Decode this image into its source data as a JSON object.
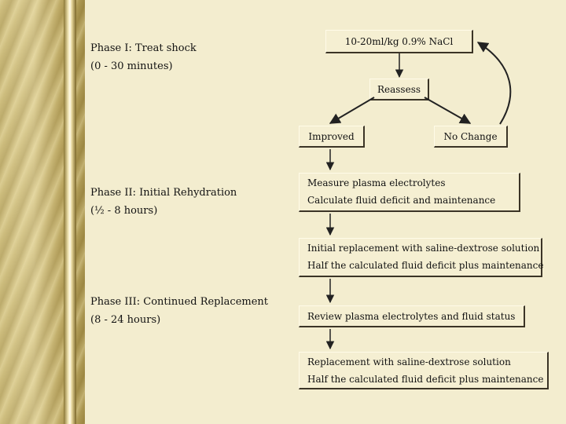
{
  "phases": [
    {
      "title": "Phase I: Treat shock",
      "time": "(0 - 30 minutes)"
    },
    {
      "title": "Phase II: Initial Rehydration",
      "time": "(½ - 8 hours)"
    },
    {
      "title": "Phase III: Continued Replacement",
      "time": "(8 - 24 hours)"
    }
  ],
  "boxes": {
    "bolus": "10-20ml/kg 0.9% NaCl",
    "reassess": "Reassess",
    "improved": "Improved",
    "no_change": "No Change",
    "electrolytes": [
      "Measure plasma electrolytes",
      "Calculate fluid deficit and maintenance"
    ],
    "initial_replacement": [
      "Initial replacement with saline-dextrose solution",
      "Half the calculated fluid deficit plus maintenance"
    ],
    "review": "Review plasma electrolytes and fluid status",
    "replacement": [
      "Replacement with saline-dextrose solution",
      "Half the calculated fluid deficit plus maintenance"
    ]
  },
  "colors": {
    "background": "#f3edcf",
    "box_fill": "#f5efd2",
    "border_dark": "#3b3426",
    "strip_gold": "#c9b877"
  }
}
